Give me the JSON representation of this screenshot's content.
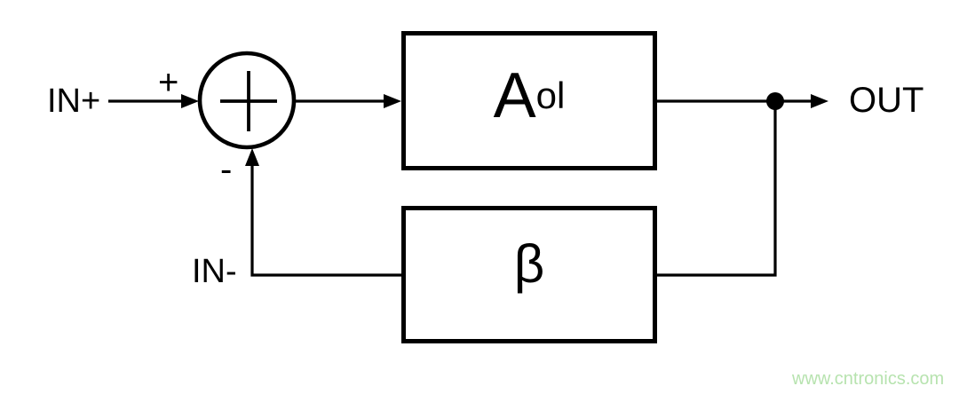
{
  "diagram": {
    "type": "feedback-control-block-diagram",
    "labels": {
      "input_plus": "IN+",
      "plus_sign": "+",
      "minus_sign": "-",
      "input_minus": "IN-",
      "output": "OUT"
    },
    "blocks": {
      "gain": {
        "main": "A",
        "subscript": "ol"
      },
      "feedback": {
        "symbol": "β"
      }
    },
    "colors": {
      "stroke": "#000000",
      "background": "#ffffff",
      "watermark_green": "#b7e3af"
    },
    "watermark": {
      "text": "www.cntronics.com"
    }
  }
}
